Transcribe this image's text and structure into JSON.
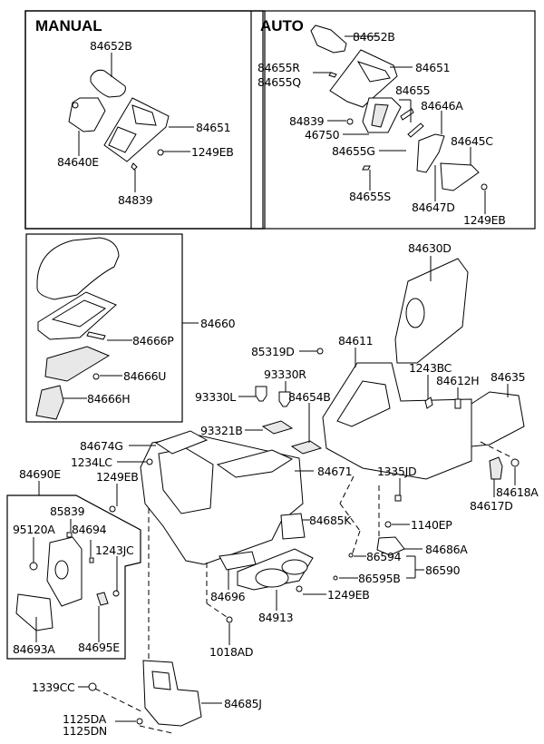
{
  "sections": {
    "manual": {
      "title": "MANUAL"
    },
    "auto": {
      "title": "AUTO"
    }
  },
  "labels": {
    "m_84652B": "84652B",
    "m_84651": "84651",
    "m_84640E": "84640E",
    "m_1249EB": "1249EB",
    "m_84839": "84839",
    "a_84652B": "84652B",
    "a_84651": "84651",
    "a_84655R": "84655R",
    "a_84655Q": "84655Q",
    "a_84655": "84655",
    "a_84646A": "84646A",
    "a_84839": "84839",
    "a_46750": "46750",
    "a_84645C": "84645C",
    "a_84655G": "84655G",
    "a_84655S": "84655S",
    "a_84647D": "84647D",
    "a_1249EB": "1249EB",
    "p_84660": "84660",
    "p_84666P": "84666P",
    "p_84666U": "84666U",
    "p_84666H": "84666H",
    "p_84630D": "84630D",
    "p_85319D": "85319D",
    "p_84611": "84611",
    "p_93330R": "93330R",
    "p_1243BC": "1243BC",
    "p_84612H": "84612H",
    "p_84635": "84635",
    "p_93330L": "93330L",
    "p_84654B": "84654B",
    "p_93321B": "93321B",
    "p_84674G": "84674G",
    "p_1234LC": "1234LC",
    "p_84671": "84671",
    "p_1335JD": "1335JD",
    "p_84618A": "84618A",
    "p_84617D": "84617D",
    "p_84690E": "84690E",
    "p_1249EB": "1249EB",
    "p_85839": "85839",
    "p_95120A": "95120A",
    "p_84694": "84694",
    "p_1243JC": "1243JC",
    "p_84685K": "84685K",
    "p_1140EP": "1140EP",
    "p_84686A": "84686A",
    "p_86594": "86594",
    "p_86590": "86590",
    "p_86595B": "86595B",
    "p_84696": "84696",
    "p_84913": "84913",
    "p_1249EB_b": "1249EB",
    "p_84693A": "84693A",
    "p_84695E": "84695E",
    "p_1018AD": "1018AD",
    "p_1339CC": "1339CC",
    "p_84685J": "84685J",
    "p_1125DA": "1125DA",
    "p_1125DN": "1125DN"
  }
}
